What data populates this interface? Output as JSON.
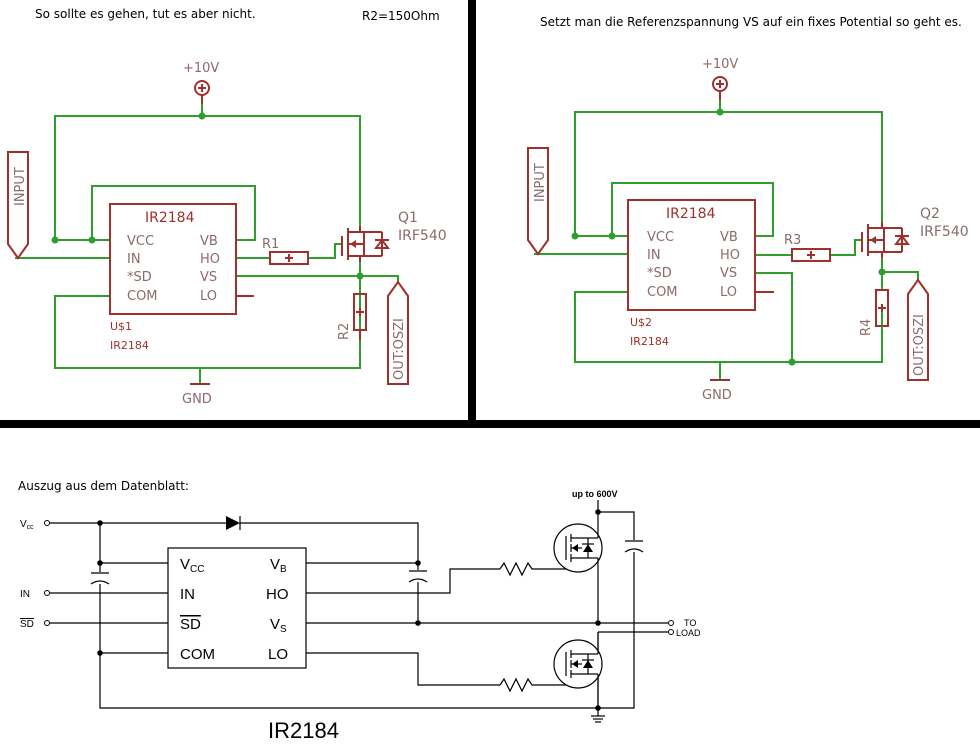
{
  "left_panel": {
    "caption": "So sollte es gehen, tut es aber nicht.",
    "note": "R2=150Ohm",
    "supply": "+10V",
    "gnd": "GND",
    "input_label": "INPUT",
    "output_label": "OUT:OSZI",
    "chip_name": "IR2184",
    "pins_left": [
      "VCC",
      "IN",
      "*SD",
      "COM"
    ],
    "pins_right": [
      "VB",
      "HO",
      "VS",
      "LO"
    ],
    "part_ref": "U$1",
    "part_value": "IR2184",
    "resistor_gate": "R1",
    "resistor_out": "R2",
    "mosfet_ref": "Q1",
    "mosfet_value": "IRF540"
  },
  "right_panel": {
    "caption": "Setzt man die Referenzspannung VS auf ein fixes Potential so geht es.",
    "supply": "+10V",
    "gnd": "GND",
    "input_label": "INPUT",
    "output_label": "OUT:OSZI",
    "chip_name": "IR2184",
    "pins_left": [
      "VCC",
      "IN",
      "*SD",
      "COM"
    ],
    "pins_right": [
      "VB",
      "HO",
      "VS",
      "LO"
    ],
    "part_ref": "U$2",
    "part_value": "IR2184",
    "resistor_gate": "R3",
    "resistor_out": "R4",
    "mosfet_ref": "Q2",
    "mosfet_value": "IRF540"
  },
  "datasheet": {
    "caption": "Auszug aus dem Datenblatt:",
    "input_vcc": "V",
    "input_vcc_sub": "cc",
    "input_in": "IN",
    "input_sd": "SD",
    "pin_vcc": "V",
    "pin_vcc_sub": "CC",
    "pin_in": "IN",
    "pin_sd": "SD",
    "pin_com": "COM",
    "pin_vb": "V",
    "pin_vb_sub": "B",
    "pin_ho": "HO",
    "pin_vs": "V",
    "pin_vs_sub": "S",
    "pin_lo": "LO",
    "supply_note": "up to 600V",
    "load_line1": "TO",
    "load_line2": "LOAD",
    "chip_title": "IR2184"
  }
}
